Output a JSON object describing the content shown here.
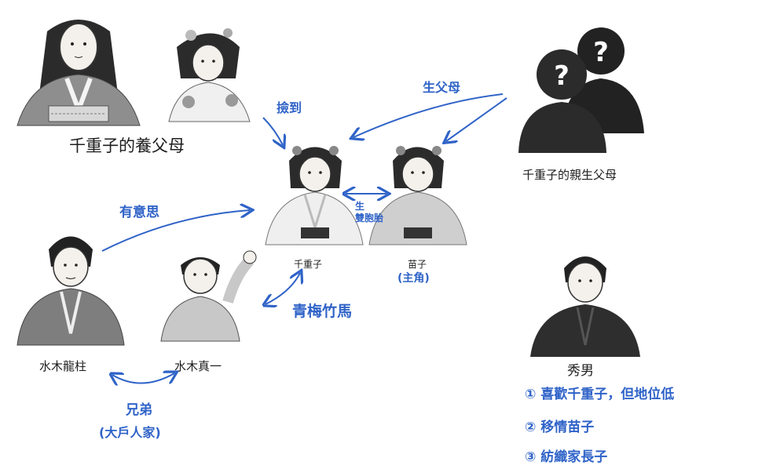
{
  "colors": {
    "ink": "#2f63c8",
    "text": "#1e1e1e"
  },
  "adoptive_parents": {
    "label": "千重子的養父母",
    "figures": [
      {
        "name": "adoptive-mother",
        "kind": "woman-gray"
      },
      {
        "name": "adoptive-girl",
        "kind": "geisha"
      }
    ]
  },
  "biological_parents": {
    "label": "千重子的親生父母",
    "figures": [
      {
        "name": "unknown-parents",
        "kind": "question-silhouettes"
      }
    ]
  },
  "chieko": {
    "label": "千重子"
  },
  "naeko": {
    "label": "苗子",
    "note": "(主角)"
  },
  "ryusuke": {
    "label": "水木龍柱"
  },
  "shinichi": {
    "label": "水木真一"
  },
  "hideo": {
    "label": "秀男",
    "notes": [
      "① 喜歡千重子，但地位低",
      "② 移情苗子",
      "③ 紡織家長子"
    ]
  },
  "relations": {
    "picked_up": "撿到",
    "birth_parents": "生父母",
    "twins": "雙胞胎",
    "twins_line1": "生",
    "twins_line2": "雙胞胎",
    "interested": "有意思",
    "childhood_friends": "青梅竹馬",
    "brothers": "兄弟",
    "rich_family": "(大戶人家)"
  }
}
